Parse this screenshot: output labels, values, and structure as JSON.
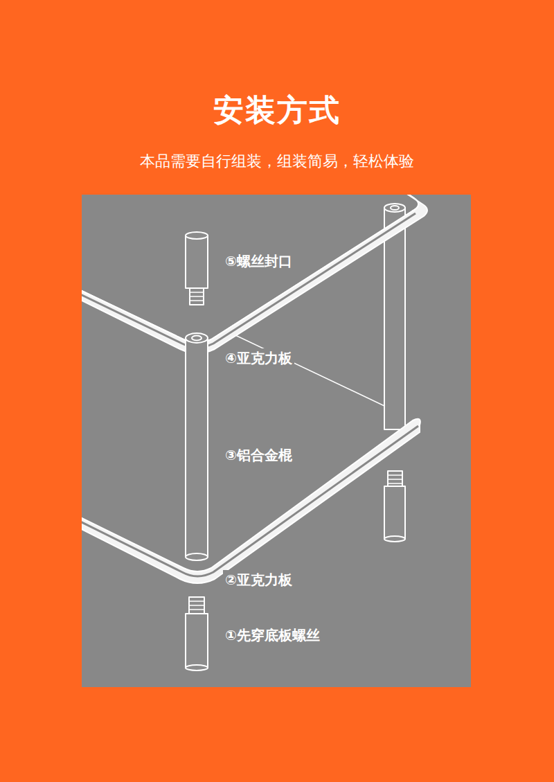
{
  "diagram": {
    "title": "安装方式",
    "labels": [
      "本品需要自行组装，组装简易，轻松体验",
      "⑤螺丝封口",
      "④亚克力板",
      "③铝合金棍",
      "②亚克力板",
      "①先穿底板螺丝"
    ]
  }
}
